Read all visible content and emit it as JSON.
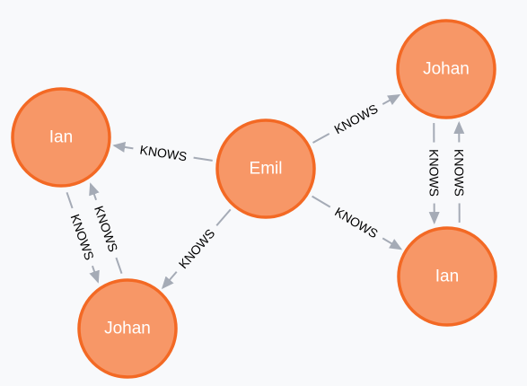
{
  "graph": {
    "colors": {
      "node_fill": "#f79767",
      "node_stroke": "#f36924",
      "node_text": "#ffffff",
      "edge": "#a5abb6",
      "edge_label": "#000000",
      "background": "#f8f9fb"
    },
    "nodes": [
      {
        "id": "emil",
        "label": "Emil"
      },
      {
        "id": "ian_left",
        "label": "Ian"
      },
      {
        "id": "johan_left",
        "label": "Johan"
      },
      {
        "id": "johan_right",
        "label": "Johan"
      },
      {
        "id": "ian_right",
        "label": "Ian"
      }
    ],
    "edges": [
      {
        "from": "emil",
        "to": "ian_left",
        "label": "KNOWS"
      },
      {
        "from": "emil",
        "to": "johan_left",
        "label": "KNOWS"
      },
      {
        "from": "emil",
        "to": "johan_right",
        "label": "KNOWS"
      },
      {
        "from": "emil",
        "to": "ian_right",
        "label": "KNOWS"
      },
      {
        "from": "ian_left",
        "to": "johan_left",
        "label": "KNOWS"
      },
      {
        "from": "johan_left",
        "to": "ian_left",
        "label": "KNOWS"
      },
      {
        "from": "johan_right",
        "to": "ian_right",
        "label": "KNOWS"
      },
      {
        "from": "ian_right",
        "to": "johan_right",
        "label": "KNOWS"
      }
    ]
  }
}
